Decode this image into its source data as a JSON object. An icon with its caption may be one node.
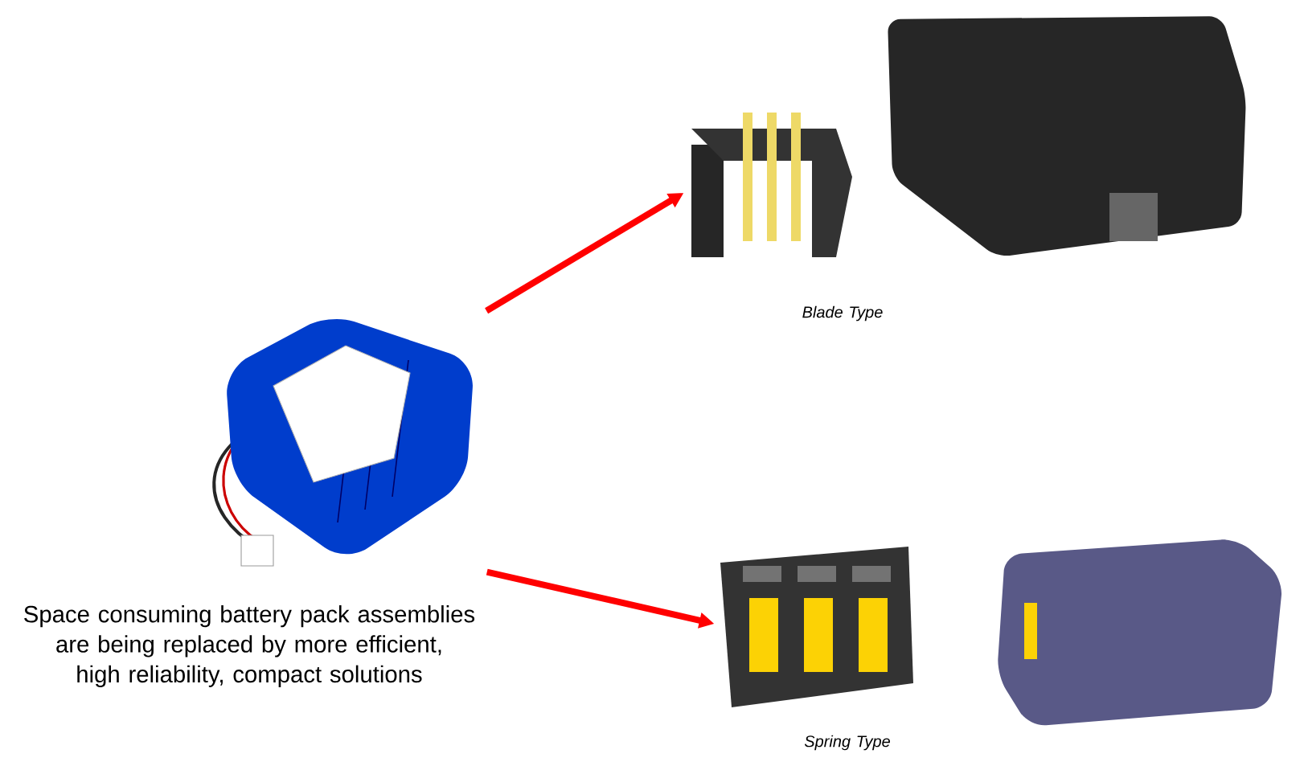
{
  "diagram": {
    "nodes": [
      {
        "text": [],
        "shape": "picture",
        "beside": [
          "Space consuming battery pack assemblies are being replaced by more efficient, high reliability, compact solutions"
        ]
      },
      {
        "text": [],
        "shape": "picture",
        "beside": [
          "Blade Type"
        ]
      },
      {
        "text": [],
        "shape": "picture",
        "beside": [
          "Spring Type"
        ]
      }
    ],
    "edges": [
      {
        "from": 0,
        "to": 1,
        "arrow": "to"
      },
      {
        "from": 0,
        "to": 2,
        "arrow": "to"
      }
    ]
  }
}
